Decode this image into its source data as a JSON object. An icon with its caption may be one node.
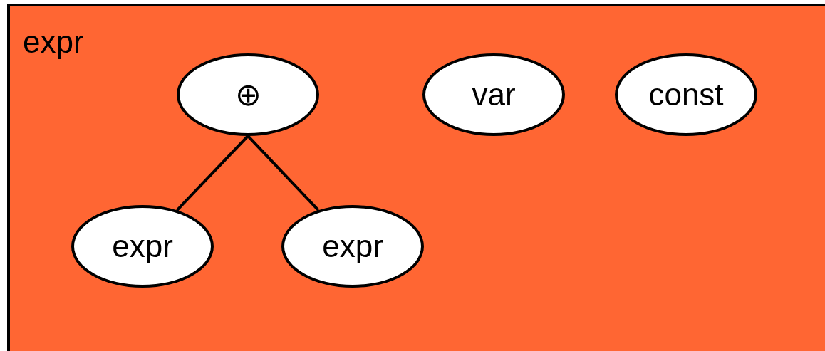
{
  "diagram": {
    "nodes": [
      {
        "text": [
          "expr"
        ]
      },
      {
        "text": [
          "⊕"
        ],
        "in": 0
      },
      {
        "text": [
          "var"
        ],
        "in": 0
      },
      {
        "text": [
          "const"
        ],
        "in": 0
      },
      {
        "text": [
          "expr"
        ],
        "in": 0
      },
      {
        "text": [
          "expr"
        ],
        "in": 0
      }
    ],
    "edges": [
      {
        "from": 1,
        "to": 4,
        "arrow": "none"
      },
      {
        "from": 1,
        "to": 5,
        "arrow": "none"
      }
    ]
  }
}
